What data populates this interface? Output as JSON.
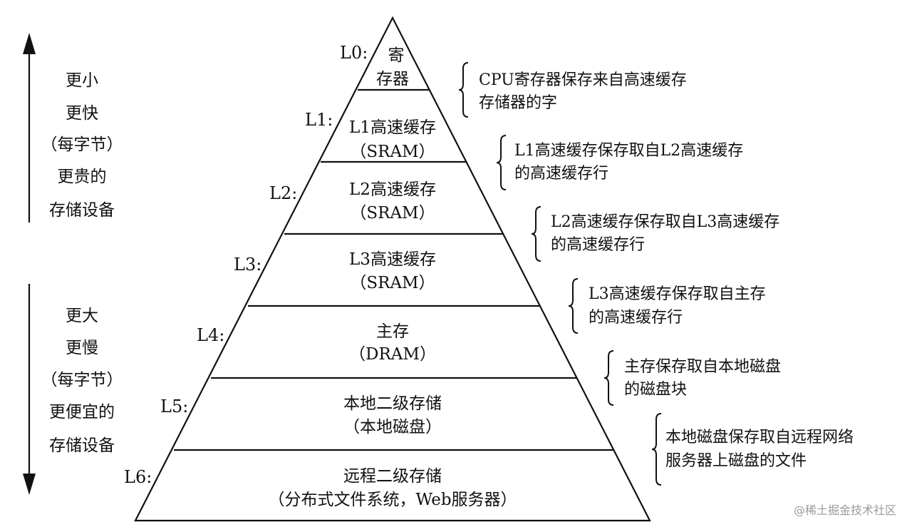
{
  "left_top": [
    "更小",
    "更快",
    "（每字节）",
    "更贵的",
    "存储设备"
  ],
  "left_bottom": [
    "更大",
    "更慢",
    "（每字节）",
    "更便宜的",
    "存储设备"
  ],
  "levels": [
    {
      "id": "L0:",
      "lines": [
        "寄",
        "存器"
      ],
      "desc": [
        "CPU寄存器保存来自高速缓存",
        "存储器的字"
      ]
    },
    {
      "id": "L1:",
      "lines": [
        "L1高速缓存",
        "（SRAM）"
      ],
      "desc": [
        "L1高速缓存保存取自L2高速缓存",
        "的高速缓存行"
      ]
    },
    {
      "id": "L2:",
      "lines": [
        "L2高速缓存",
        "（SRAM）"
      ],
      "desc": [
        "L2高速缓存保存取自L3高速缓存",
        "的高速缓存行"
      ]
    },
    {
      "id": "L3:",
      "lines": [
        "L3高速缓存",
        "（SRAM）"
      ],
      "desc": [
        "L3高速缓存保存取自主存",
        "的高速缓存行"
      ]
    },
    {
      "id": "L4:",
      "lines": [
        "主存",
        "（DRAM）"
      ],
      "desc": [
        "主存保存取自本地磁盘",
        "的磁盘块"
      ]
    },
    {
      "id": "L5:",
      "lines": [
        "本地二级存储",
        "（本地磁盘）"
      ],
      "desc": [
        "本地磁盘保存取自远程网络",
        "服务器上磁盘的文件"
      ]
    },
    {
      "id": "L6:",
      "lines": [
        "远程二级存储",
        "（分布式文件系统，Web服务器）"
      ],
      "desc": []
    }
  ],
  "watermark": "@稀土掘金技术社区"
}
